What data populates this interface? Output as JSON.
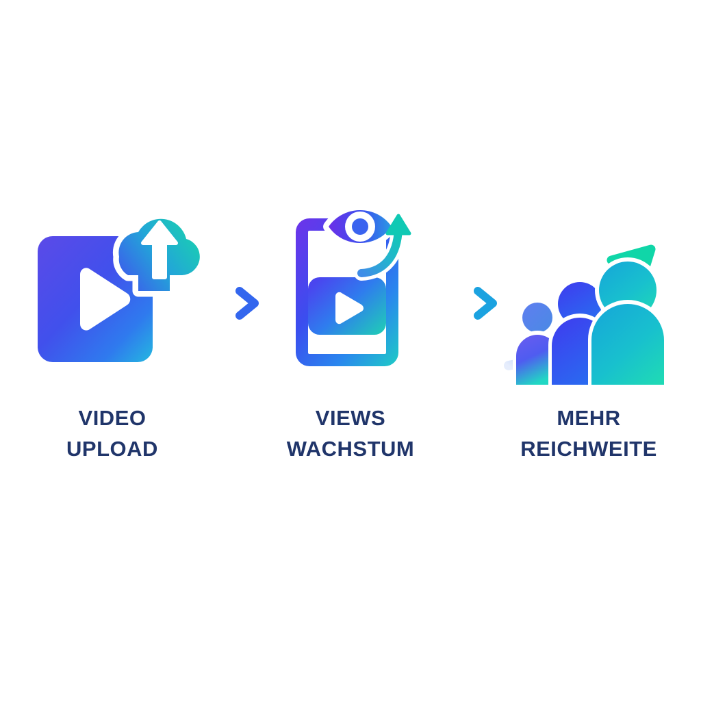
{
  "background_color": "#ffffff",
  "text_color": "#20356a",
  "steps": [
    {
      "id": "video-upload",
      "icon": "video-file-cloud-upload-icon",
      "label_line1": "VIDEO",
      "label_line2": "UPLOAD",
      "colors": {
        "card_start": "#5b4ae8",
        "card_mid": "#3a5ef0",
        "card_end": "#24b8e0",
        "cloud_start": "#2f6fe8",
        "cloud_end": "#19d4b0",
        "play_fill": "#ffffff",
        "arrow_fill": "#ffffff"
      }
    },
    {
      "id": "views-growth",
      "icon": "phone-eye-views-growth-icon",
      "label_line1": "VIEWS",
      "label_line2": "WACHSTUM",
      "colors": {
        "phone_start": "#6a35ea",
        "phone_mid": "#3063ef",
        "phone_end": "#1fc6c9",
        "eye_start": "#6b2fe8",
        "eye_end": "#2b8ae8",
        "pupil": "#3a63ef",
        "screen_start": "#4a45ef",
        "screen_end": "#1fd0b4",
        "curve_start": "#3f8de8",
        "curve_end": "#0fc9b4",
        "play_fill": "#ffffff"
      }
    },
    {
      "id": "more-reach",
      "icon": "audience-growth-arrow-icon",
      "label_line1": "MEHR",
      "label_line2": "REICHWEITE",
      "colors": {
        "person_small_start": "#6a5cf0",
        "person_small_end": "#21d7c4",
        "person_mid_start": "#3f3bef",
        "person_mid_end": "#2a6af0",
        "person_large_start": "#16a8d8",
        "person_large_end": "#1fd9b6",
        "growth_arrow_start": "#9ab8f5",
        "growth_arrow_mid": "#4a8ae8",
        "growth_arrow_end": "#10d6a8"
      }
    }
  ],
  "connectors": [
    {
      "id": "connector-1",
      "icon": "arrow-right-icon",
      "fade_from": "#4a7ef0",
      "color": "#3366ee"
    },
    {
      "id": "connector-2",
      "icon": "arrow-right-icon",
      "fade_from": "#3aa8e8",
      "color": "#1ba2e0"
    }
  ]
}
